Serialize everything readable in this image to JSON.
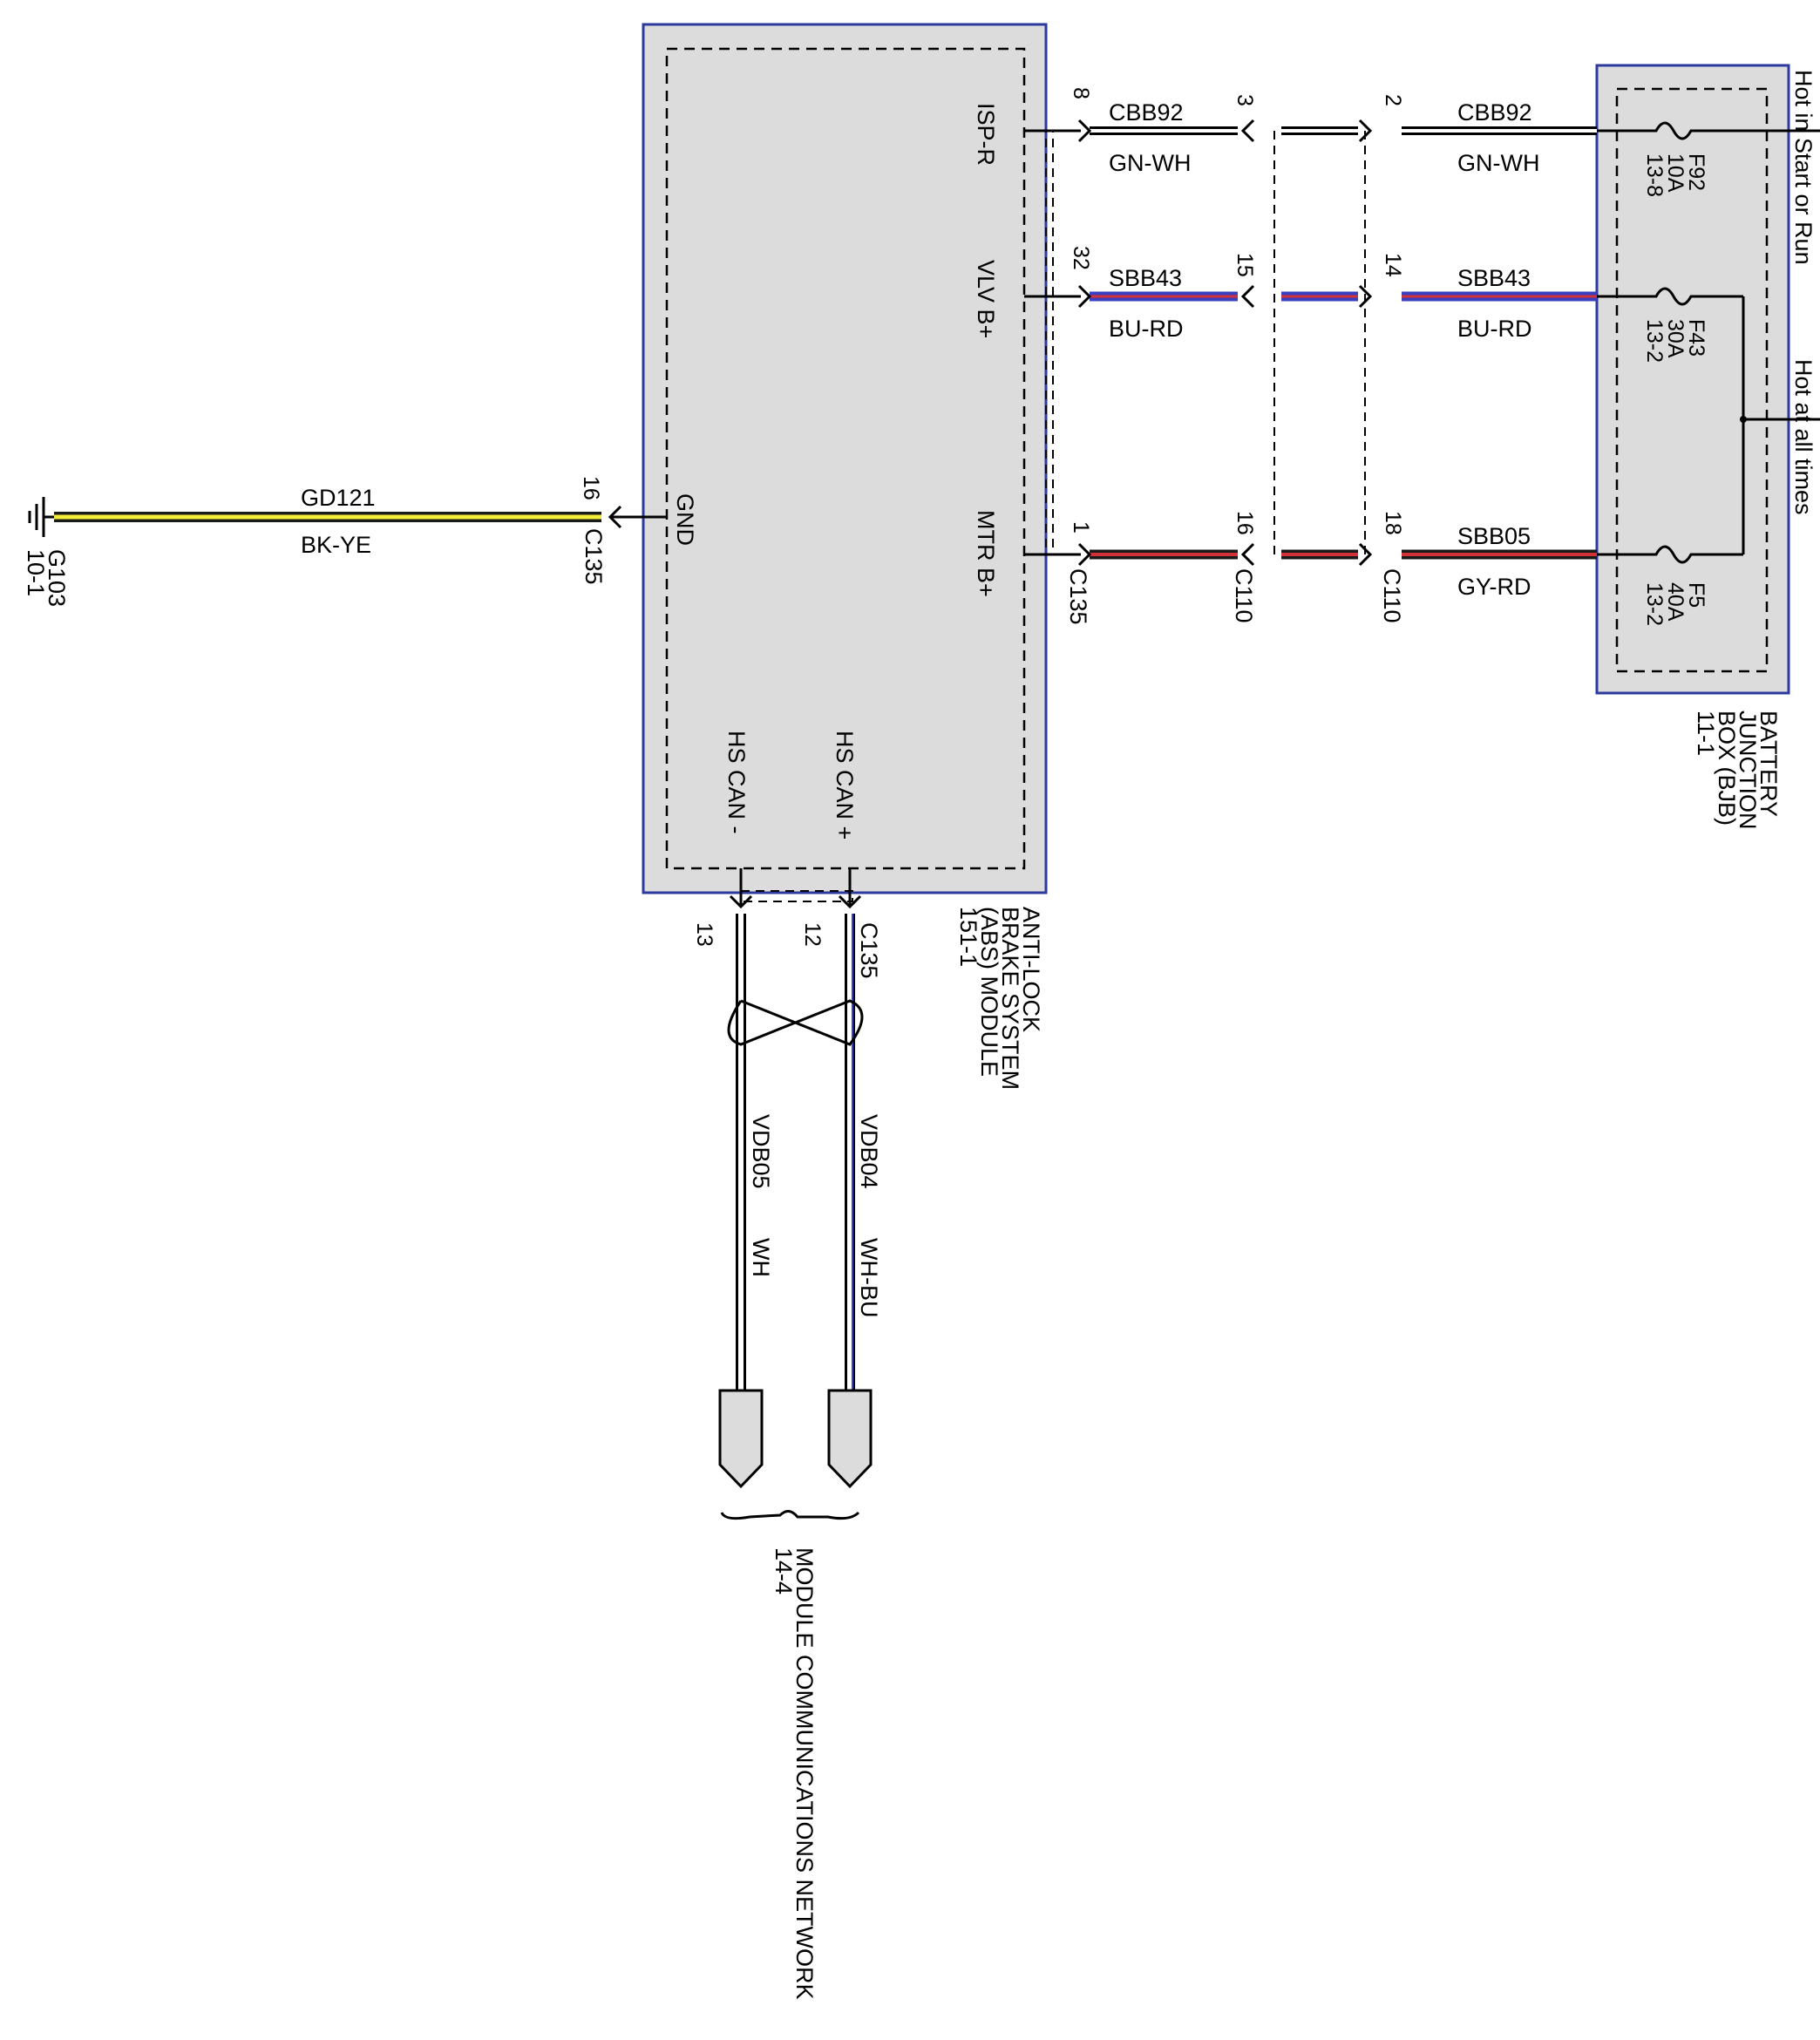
{
  "colors": {
    "module_fill": "#dcdcdc",
    "module_border": "#2b3a9c",
    "wire_black": "#111111",
    "green_white": "#ffffff",
    "blue": "#3a3fbf",
    "red": "#d4323a",
    "yellow": "#f5ec3a",
    "gray_red": "#7a1e24"
  },
  "abs_module": {
    "pins": {
      "isp_r": "ISP-R",
      "vlv_b": "VLV B+",
      "mtr_b": "MTR B+",
      "gnd": "GND",
      "hs_can_minus": "HS CAN -",
      "hs_can_plus": "HS CAN +"
    },
    "name_lines": [
      "ANTI-LOCK",
      "BRAKE SYSTEM",
      "(ABS) MODULE",
      "151-1"
    ]
  },
  "bjb": {
    "name_lines": [
      "BATTERY",
      "JUNCTION",
      "BOX (BJB)",
      "11-1"
    ],
    "feed_start_run": "Hot in Start or Run",
    "feed_all_times": "Hot at all times",
    "fuses": [
      {
        "id": "F92",
        "amps": "10A",
        "ref": "13-8"
      },
      {
        "id": "F43",
        "amps": "30A",
        "ref": "13-2"
      },
      {
        "id": "F5",
        "amps": "40A",
        "ref": "13-2"
      }
    ]
  },
  "circuits": {
    "isp": {
      "left_circuit": "CBB92",
      "left_color": "GN-WH",
      "right_circuit": "CBB92",
      "right_color": "GN-WH",
      "pin_abs": "8",
      "pin_c110_in": "3",
      "pin_c110_out": "2"
    },
    "vlv": {
      "left_circuit": "SBB43",
      "left_color": "BU-RD",
      "right_circuit": "SBB43",
      "right_color": "BU-RD",
      "pin_abs": "32",
      "pin_c110_in": "15",
      "pin_c110_out": "14"
    },
    "mtr": {
      "right_circuit": "SBB05",
      "right_color": "GY-RD",
      "pin_abs": "1",
      "pin_c110_in": "16",
      "pin_c110_out": "18"
    }
  },
  "connectors": {
    "c135_mtr": "C135",
    "c110_in": "C110",
    "c110_out": "C110",
    "c135_gnd": "C135",
    "c135_can": "C135"
  },
  "ground": {
    "circuit": "GD121",
    "color": "BK-YE",
    "pin": "16",
    "point_id": "G103",
    "point_ref": "10-1"
  },
  "can": {
    "minus_pin": "13",
    "plus_pin": "12",
    "minus_circuit": "VDB05",
    "minus_color": "WH",
    "plus_circuit": "VDB04",
    "plus_color": "WH-BU"
  },
  "network": {
    "name": "MODULE COMMUNICATIONS NETWORK",
    "ref": "14-4"
  }
}
